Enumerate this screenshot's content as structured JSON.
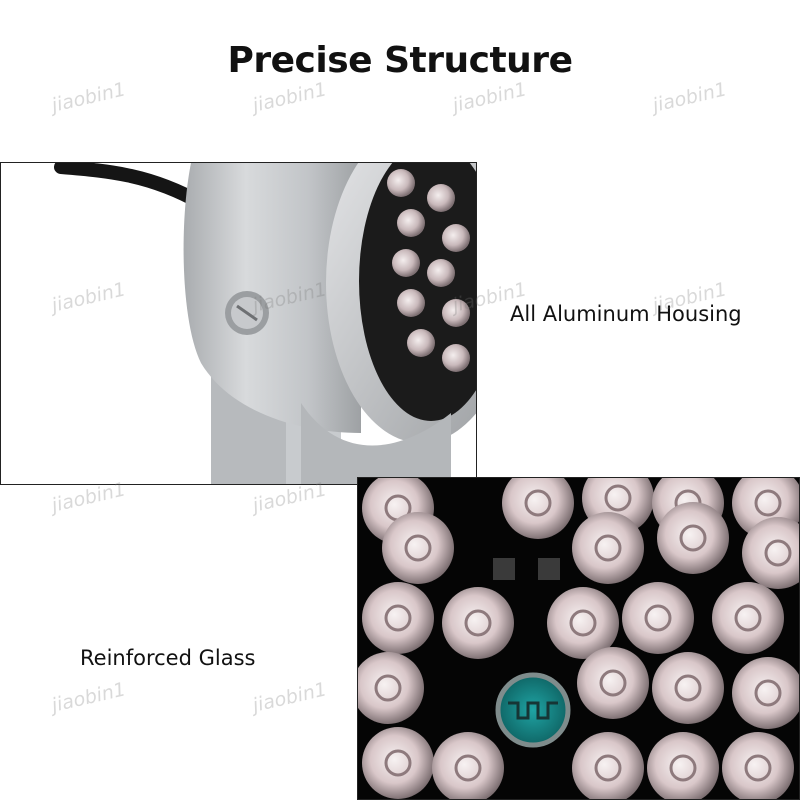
{
  "title": "Precise Structure",
  "captions": {
    "housing": "All Aluminum Housing",
    "glass": "Reinforced Glass"
  },
  "watermark": "jiaobin1",
  "colors": {
    "text": "#111111",
    "housing_silver": "#c9cbcd",
    "board_black": "#050505",
    "sensor_teal": "#1f8f8f",
    "watermark": "#787878"
  },
  "icons": {
    "housing_photo": "ir-illuminator-housing-photo",
    "led_photo": "ir-led-array-photo"
  }
}
